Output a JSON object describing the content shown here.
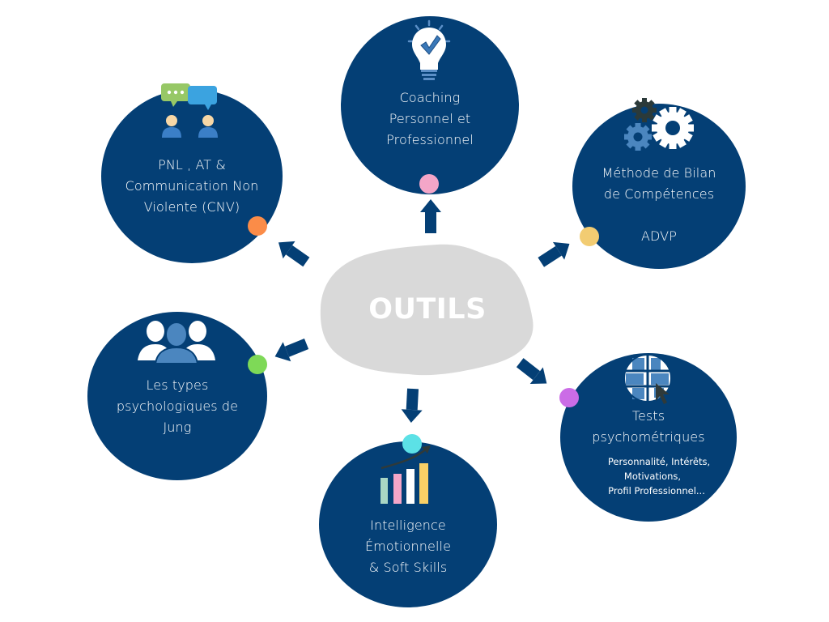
{
  "diagram": {
    "center": {
      "title": "OUTILS",
      "color": "#d9d9d9"
    },
    "node_color": "#043f75",
    "arrow_color": "#043f75",
    "nodes": [
      {
        "id": "coaching",
        "lines": [
          "Coaching",
          "Personnel et",
          "Professionnel"
        ],
        "sub": [],
        "icon": "lightbulb-check-icon",
        "dot_color": "#f4a6c8"
      },
      {
        "id": "pnl",
        "lines": [
          "PNL , AT &",
          "Communication Non",
          "Violente (CNV)"
        ],
        "sub": [],
        "icon": "conversation-people-icon",
        "dot_color": "#fb8c48"
      },
      {
        "id": "bilan",
        "lines": [
          "Méthode de Bilan",
          "de Compétences",
          "",
          "ADVP"
        ],
        "sub": [],
        "icon": "gears-icon",
        "dot_color": "#f2cc72"
      },
      {
        "id": "jung",
        "lines": [
          "Les types",
          "psychologiques de",
          "Jung"
        ],
        "sub": [],
        "icon": "people-group-icon",
        "dot_color": "#7ed957"
      },
      {
        "id": "intelligence",
        "lines": [
          "Intelligence",
          "Émotionnelle",
          "& Soft Skills"
        ],
        "sub": [],
        "icon": "growth-chart-icon",
        "dot_color": "#5ce1e6"
      },
      {
        "id": "tests",
        "lines": [
          "Tests",
          "psychométriques"
        ],
        "sub": [
          "Personnalité, Intérêts,",
          "Motivations,",
          "Profil Professionnel..."
        ],
        "icon": "globe-cursor-icon",
        "dot_color": "#cb6ce6"
      }
    ]
  }
}
